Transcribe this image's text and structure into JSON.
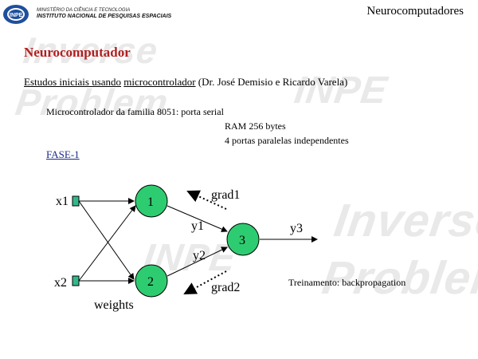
{
  "header": {
    "ministry_line": "MINISTÉRIO DA CIÊNCIA E TECNOLOGIA",
    "institute": "INSTITUTO NACIONAL DE PESQUISAS ESPACIAIS",
    "logo_text": "INPE",
    "top_title": "Neurocomputadores"
  },
  "slide": {
    "title": "Neurocomputador",
    "subtitle_part1": "Estudos iniciais usando",
    "subtitle_link": "microcontrolador",
    "subtitle_part2": " (Dr. José Demisio e Ricardo Varela)",
    "micro_line1": "Microcontrolador da familia 8051: porta serial",
    "micro_line2": "RAM 256 bytes",
    "micro_line3": "4 portas paralelas independentes",
    "fase": "FASE-1",
    "training": "Treinamento: backpropagation"
  },
  "diagram": {
    "input1": "x1",
    "input2": "x2",
    "node1": "1",
    "node2": "2",
    "node3": "3",
    "y1": "y1",
    "y2": "y2",
    "y3": "y3",
    "grad1": "grad1",
    "grad2": "grad2",
    "weights": "weights"
  },
  "colors": {
    "node_fill": "#2ecc71",
    "input_fill": "#34b88a",
    "title_red": "#b02020",
    "fase_blue": "#1a2a8a",
    "watermark": "#e9e9e9"
  }
}
